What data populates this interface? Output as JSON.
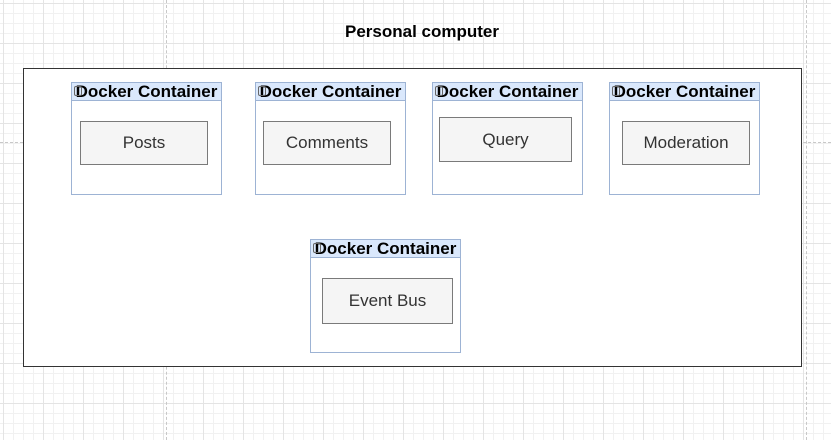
{
  "diagram": {
    "title": "Personal computer",
    "containers": [
      {
        "header": "Docker Container",
        "service": "Posts"
      },
      {
        "header": "Docker Container",
        "service": "Comments"
      },
      {
        "header": "Docker Container",
        "service": "Query"
      },
      {
        "header": "Docker Container",
        "service": "Moderation"
      },
      {
        "header": "Docker Container",
        "service": "Event Bus"
      }
    ]
  },
  "colors": {
    "container_header_fill": "#dae8fc",
    "container_border": "#9db3d4",
    "service_fill": "#f5f5f5",
    "service_border": "#7a7a7a",
    "frame_border": "#333333"
  }
}
